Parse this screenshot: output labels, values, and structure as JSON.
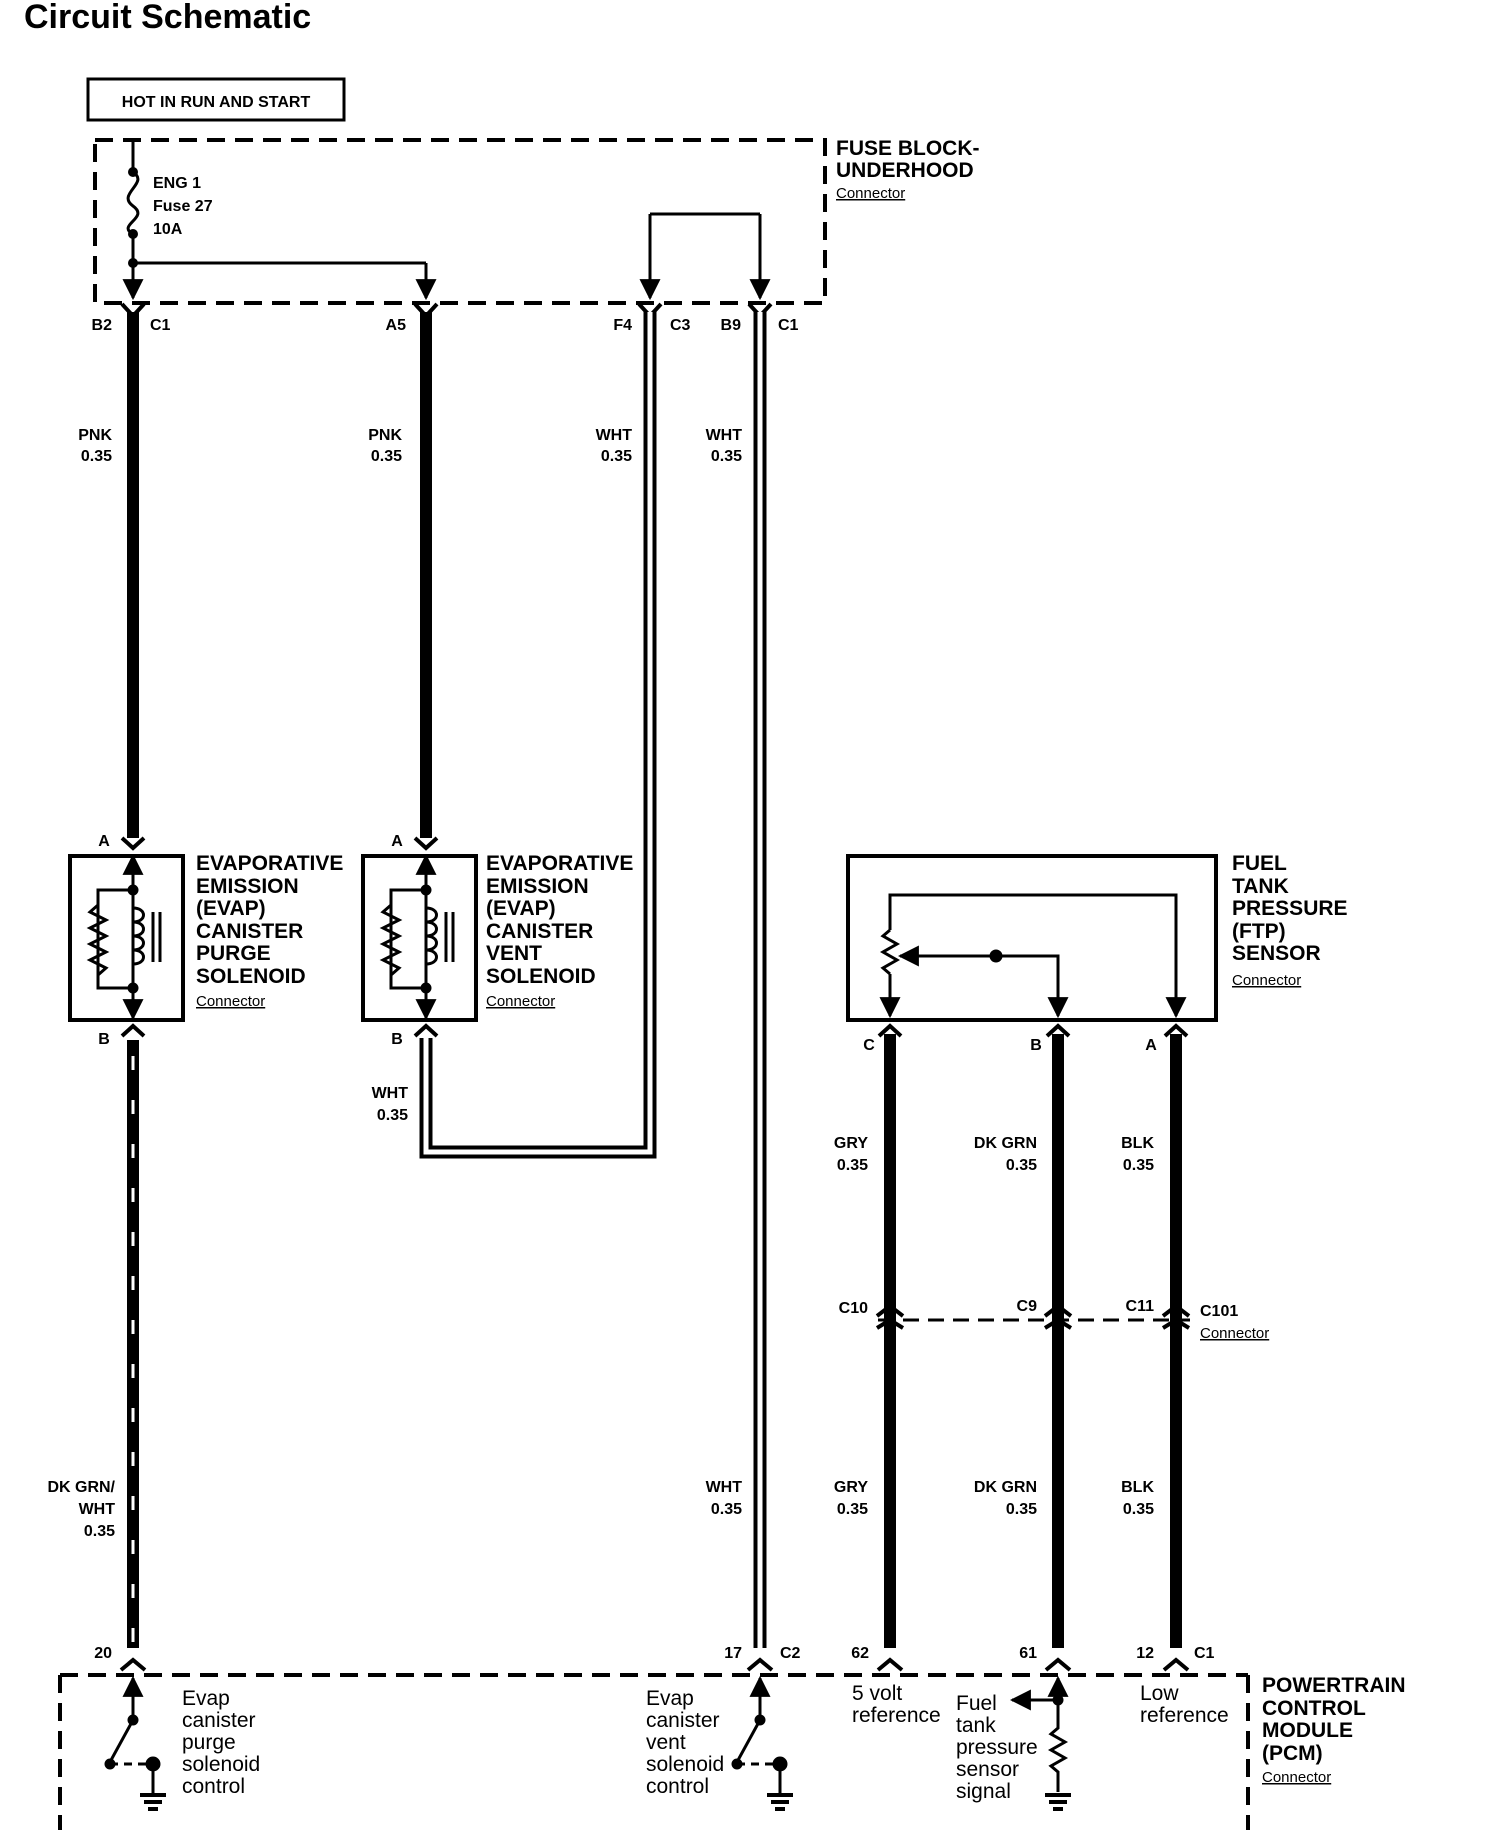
{
  "title": "Circuit Schematic",
  "power_source": "HOT IN RUN AND START",
  "fuse": {
    "name": "ENG 1",
    "number": "Fuse 27",
    "rating": "10A"
  },
  "fuse_block": {
    "line1": "FUSE BLOCK-",
    "line2": "UNDERHOOD",
    "sub": "Connector"
  },
  "fuse_pins": [
    {
      "pin": "B2",
      "conn": "C1"
    },
    {
      "pin": "A5",
      "conn": ""
    },
    {
      "pin": "F4",
      "conn": "C3"
    },
    {
      "pin": "B9",
      "conn": "C1"
    }
  ],
  "wires_upper": [
    {
      "color": "PNK",
      "gauge": "0.35"
    },
    {
      "color": "PNK",
      "gauge": "0.35"
    },
    {
      "color": "WHT",
      "gauge": "0.35"
    },
    {
      "color": "WHT",
      "gauge": "0.35"
    }
  ],
  "purge_solenoid": {
    "lines": [
      "EVAPORATIVE",
      "EMISSION",
      "(EVAP)",
      "CANISTER",
      "PURGE",
      "SOLENOID"
    ],
    "sub": "Connector",
    "pin_top": "A",
    "pin_bottom": "B"
  },
  "vent_solenoid": {
    "lines": [
      "EVAPORATIVE",
      "EMISSION",
      "(EVAP)",
      "CANISTER",
      "VENT",
      "SOLENOID"
    ],
    "sub": "Connector",
    "pin_top": "A",
    "pin_bottom": "B"
  },
  "vent_return_wire": {
    "color": "WHT",
    "gauge": "0.35"
  },
  "ftp_sensor": {
    "lines": [
      "FUEL",
      "TANK",
      "PRESSURE",
      "(FTP)",
      "SENSOR"
    ],
    "sub": "Connector",
    "pins": [
      "C",
      "B",
      "A"
    ]
  },
  "ftp_wires_upper": [
    {
      "color": "GRY",
      "gauge": "0.35"
    },
    {
      "color": "DK GRN",
      "gauge": "0.35"
    },
    {
      "color": "BLK",
      "gauge": "0.35"
    }
  ],
  "c101": {
    "pins": [
      "C10",
      "C9",
      "C11"
    ],
    "name": "C101",
    "sub": "Connector"
  },
  "lower_wires": {
    "purge": {
      "color1": "DK GRN/",
      "color2": "WHT",
      "gauge": "0.35"
    },
    "vent": {
      "color": "WHT",
      "gauge": "0.35"
    },
    "ftp": [
      {
        "color": "GRY",
        "gauge": "0.35"
      },
      {
        "color": "DK GRN",
        "gauge": "0.35"
      },
      {
        "color": "BLK",
        "gauge": "0.35"
      }
    ]
  },
  "pcm_pins": [
    {
      "pin": "20",
      "conn": ""
    },
    {
      "pin": "17",
      "conn": "C2"
    },
    {
      "pin": "62",
      "conn": ""
    },
    {
      "pin": "61",
      "conn": ""
    },
    {
      "pin": "12",
      "conn": "C1"
    }
  ],
  "pcm": {
    "lines": [
      "POWERTRAIN",
      "CONTROL",
      "MODULE",
      "(PCM)"
    ],
    "sub": "Connector",
    "purge_ctrl": [
      "Evap",
      "canister",
      "purge",
      "solenoid",
      "control"
    ],
    "vent_ctrl": [
      "Evap",
      "canister",
      "vent",
      "solenoid",
      "control"
    ],
    "ref5v": [
      "5 volt",
      "reference"
    ],
    "ftp_signal": [
      "Fuel",
      "tank",
      "pressure",
      "sensor",
      "signal"
    ],
    "low_ref": [
      "Low",
      "reference"
    ]
  }
}
